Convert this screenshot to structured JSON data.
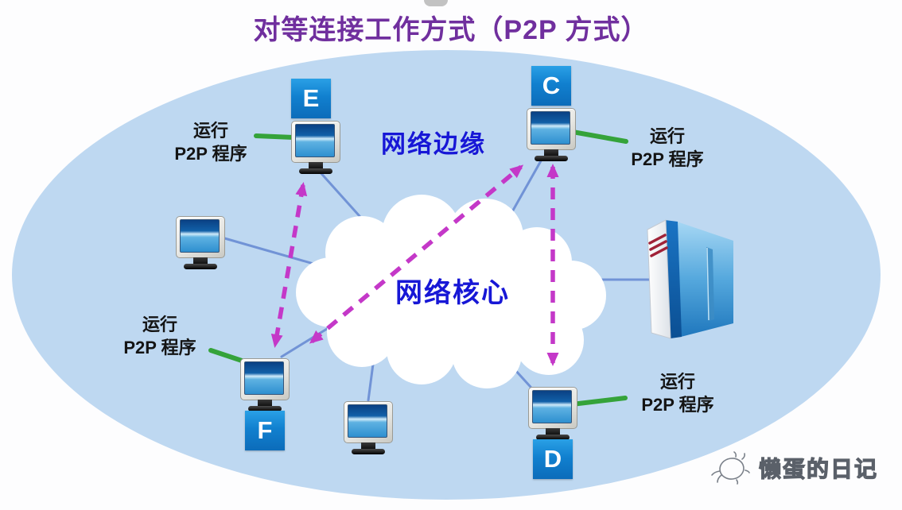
{
  "title": "对等连接工作方式（P2P 方式）",
  "region_labels": {
    "edge": "网络边缘",
    "core": "网络核心"
  },
  "nodes": {
    "e": "E",
    "c": "C",
    "f": "F",
    "d": "D"
  },
  "caption": {
    "line1": "运行",
    "line2": "P2P 程序"
  },
  "watermark": {
    "text": "懒蛋的日记"
  },
  "colors": {
    "title_text": "#702f9e",
    "region_text": "#1717d6",
    "ellipse_fill": "#bed8f1",
    "cloud_fill": "#ffffff",
    "p2p_arrow": "#c438c8",
    "network_link": "#7193d6",
    "caption_link": "#35a33a",
    "badge_fill": "#1180cf",
    "server_red_stripe": "#a02238"
  }
}
